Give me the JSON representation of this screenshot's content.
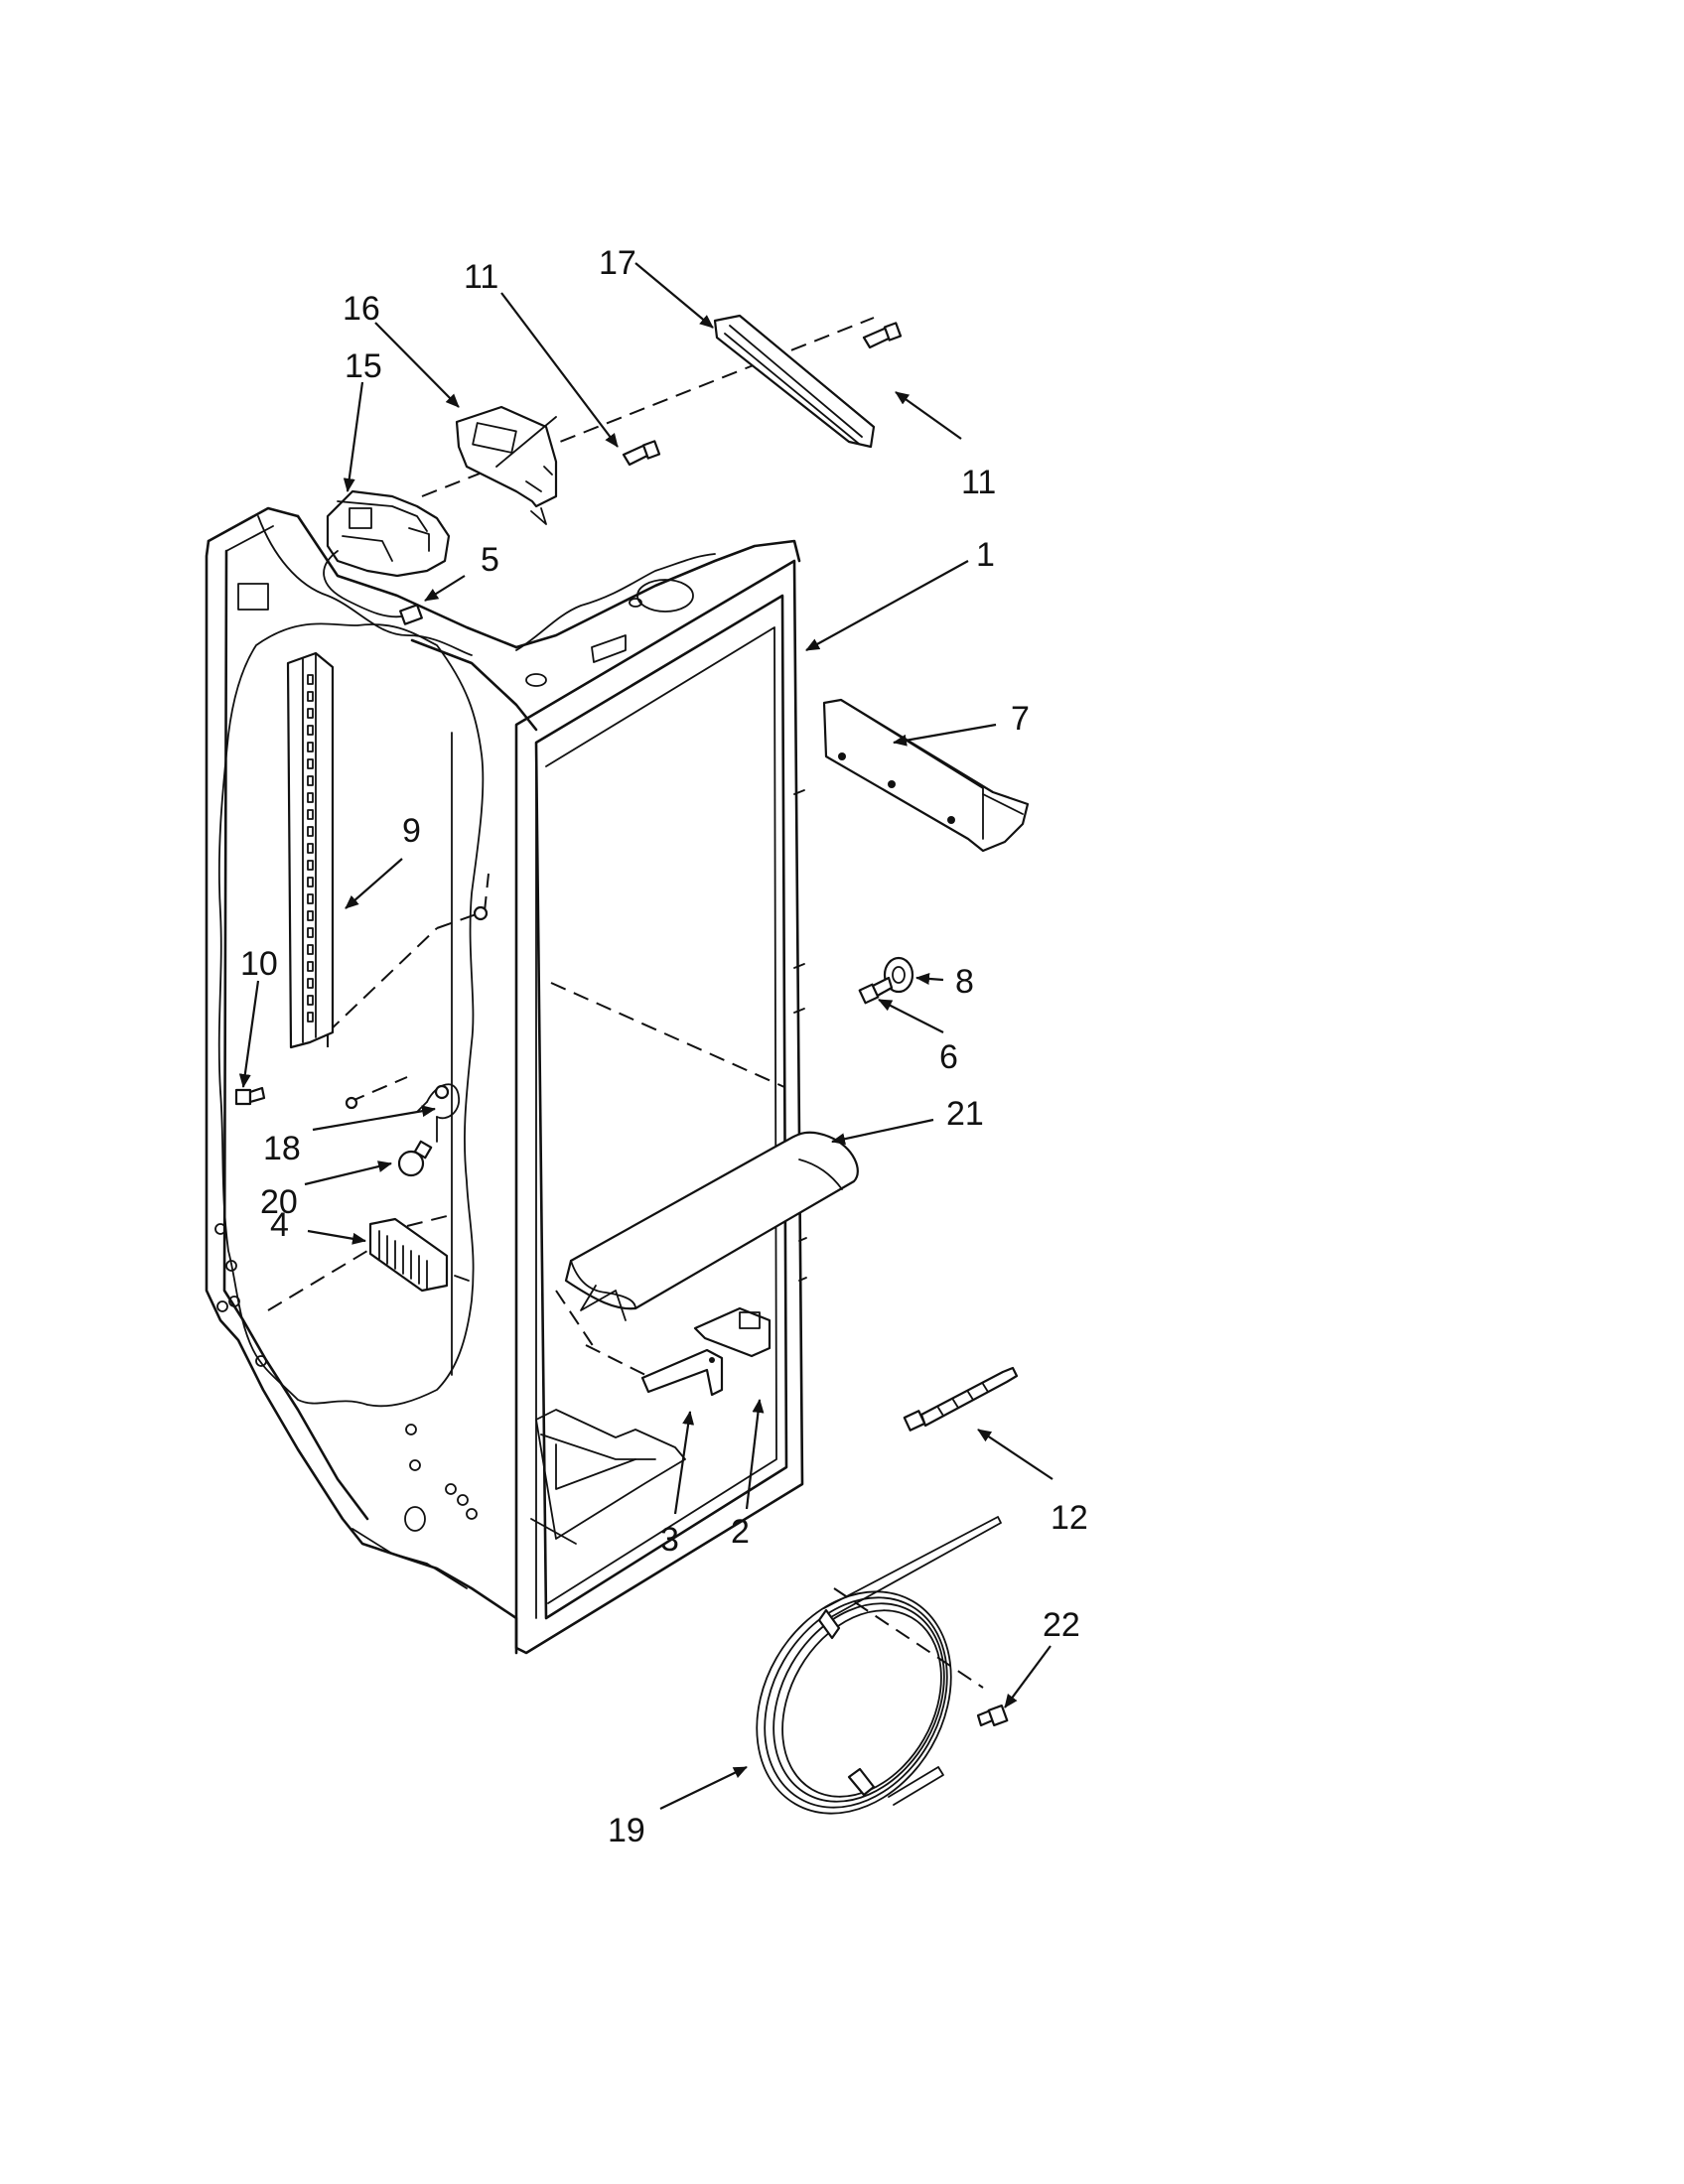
{
  "callouts": [
    {
      "id": "c1",
      "label": "1"
    },
    {
      "id": "c2",
      "label": "2"
    },
    {
      "id": "c3",
      "label": "3"
    },
    {
      "id": "c4",
      "label": "4"
    },
    {
      "id": "c5",
      "label": "5"
    },
    {
      "id": "c6",
      "label": "6"
    },
    {
      "id": "c7",
      "label": "7"
    },
    {
      "id": "c8",
      "label": "8"
    },
    {
      "id": "c9",
      "label": "9"
    },
    {
      "id": "c10",
      "label": "10"
    },
    {
      "id": "c11a",
      "label": "11"
    },
    {
      "id": "c11b",
      "label": "11"
    },
    {
      "id": "c12",
      "label": "12"
    },
    {
      "id": "c15",
      "label": "15"
    },
    {
      "id": "c16",
      "label": "16"
    },
    {
      "id": "c17",
      "label": "17"
    },
    {
      "id": "c18",
      "label": "18"
    },
    {
      "id": "c19",
      "label": "19"
    },
    {
      "id": "c20",
      "label": "20"
    },
    {
      "id": "c21",
      "label": "21"
    },
    {
      "id": "c22",
      "label": "22"
    }
  ]
}
